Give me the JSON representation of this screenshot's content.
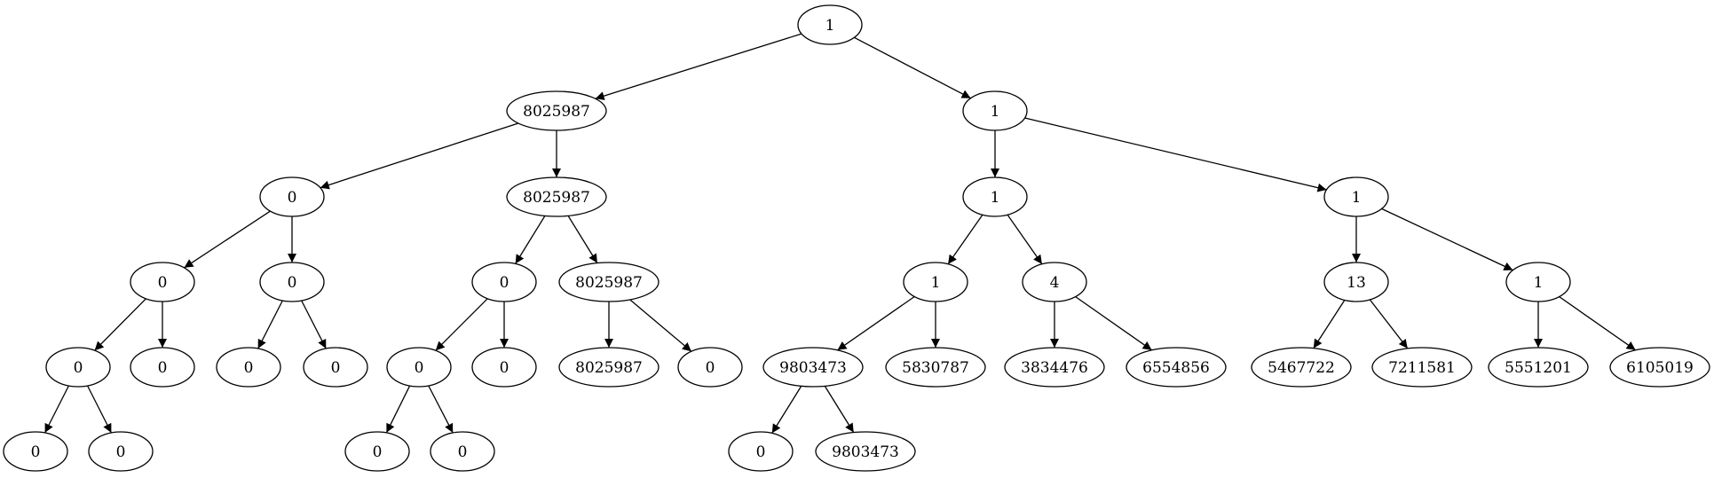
{
  "diagram": {
    "type": "tree",
    "nodes": [
      {
        "id": "n1",
        "label": "1"
      },
      {
        "id": "n2",
        "label": "8025987"
      },
      {
        "id": "n3",
        "label": "1"
      },
      {
        "id": "n4",
        "label": "0"
      },
      {
        "id": "n5",
        "label": "8025987"
      },
      {
        "id": "n6",
        "label": "1"
      },
      {
        "id": "n7",
        "label": "1"
      },
      {
        "id": "n8",
        "label": "0"
      },
      {
        "id": "n9",
        "label": "0"
      },
      {
        "id": "n10",
        "label": "0"
      },
      {
        "id": "n11",
        "label": "8025987"
      },
      {
        "id": "n12",
        "label": "1"
      },
      {
        "id": "n13",
        "label": "4"
      },
      {
        "id": "n14",
        "label": "13"
      },
      {
        "id": "n15",
        "label": "1"
      },
      {
        "id": "n16",
        "label": "0"
      },
      {
        "id": "n17",
        "label": "0"
      },
      {
        "id": "n18",
        "label": "0"
      },
      {
        "id": "n19",
        "label": "0"
      },
      {
        "id": "n20",
        "label": "0"
      },
      {
        "id": "n21",
        "label": "0"
      },
      {
        "id": "n22",
        "label": "8025987"
      },
      {
        "id": "n23",
        "label": "0"
      },
      {
        "id": "n24",
        "label": "9803473"
      },
      {
        "id": "n25",
        "label": "5830787"
      },
      {
        "id": "n26",
        "label": "3834476"
      },
      {
        "id": "n27",
        "label": "6554856"
      },
      {
        "id": "n28",
        "label": "5467722"
      },
      {
        "id": "n29",
        "label": "7211581"
      },
      {
        "id": "n30",
        "label": "5551201"
      },
      {
        "id": "n31",
        "label": "6105019"
      },
      {
        "id": "n32",
        "label": "0"
      },
      {
        "id": "n33",
        "label": "0"
      },
      {
        "id": "n34",
        "label": "0"
      },
      {
        "id": "n35",
        "label": "0"
      },
      {
        "id": "n36",
        "label": "0"
      },
      {
        "id": "n37",
        "label": "9803473"
      }
    ],
    "edges": [
      [
        "n1",
        "n2"
      ],
      [
        "n1",
        "n3"
      ],
      [
        "n2",
        "n4"
      ],
      [
        "n2",
        "n5"
      ],
      [
        "n3",
        "n6"
      ],
      [
        "n3",
        "n7"
      ],
      [
        "n4",
        "n8"
      ],
      [
        "n4",
        "n9"
      ],
      [
        "n5",
        "n10"
      ],
      [
        "n5",
        "n11"
      ],
      [
        "n6",
        "n12"
      ],
      [
        "n6",
        "n13"
      ],
      [
        "n7",
        "n14"
      ],
      [
        "n7",
        "n15"
      ],
      [
        "n8",
        "n16"
      ],
      [
        "n8",
        "n17"
      ],
      [
        "n9",
        "n18"
      ],
      [
        "n9",
        "n19"
      ],
      [
        "n10",
        "n20"
      ],
      [
        "n10",
        "n21"
      ],
      [
        "n11",
        "n22"
      ],
      [
        "n11",
        "n23"
      ],
      [
        "n12",
        "n24"
      ],
      [
        "n12",
        "n25"
      ],
      [
        "n13",
        "n26"
      ],
      [
        "n13",
        "n27"
      ],
      [
        "n14",
        "n28"
      ],
      [
        "n14",
        "n29"
      ],
      [
        "n15",
        "n30"
      ],
      [
        "n15",
        "n31"
      ],
      [
        "n16",
        "n32"
      ],
      [
        "n16",
        "n33"
      ],
      [
        "n20",
        "n34"
      ],
      [
        "n20",
        "n35"
      ],
      [
        "n24",
        "n36"
      ],
      [
        "n24",
        "n37"
      ]
    ]
  }
}
